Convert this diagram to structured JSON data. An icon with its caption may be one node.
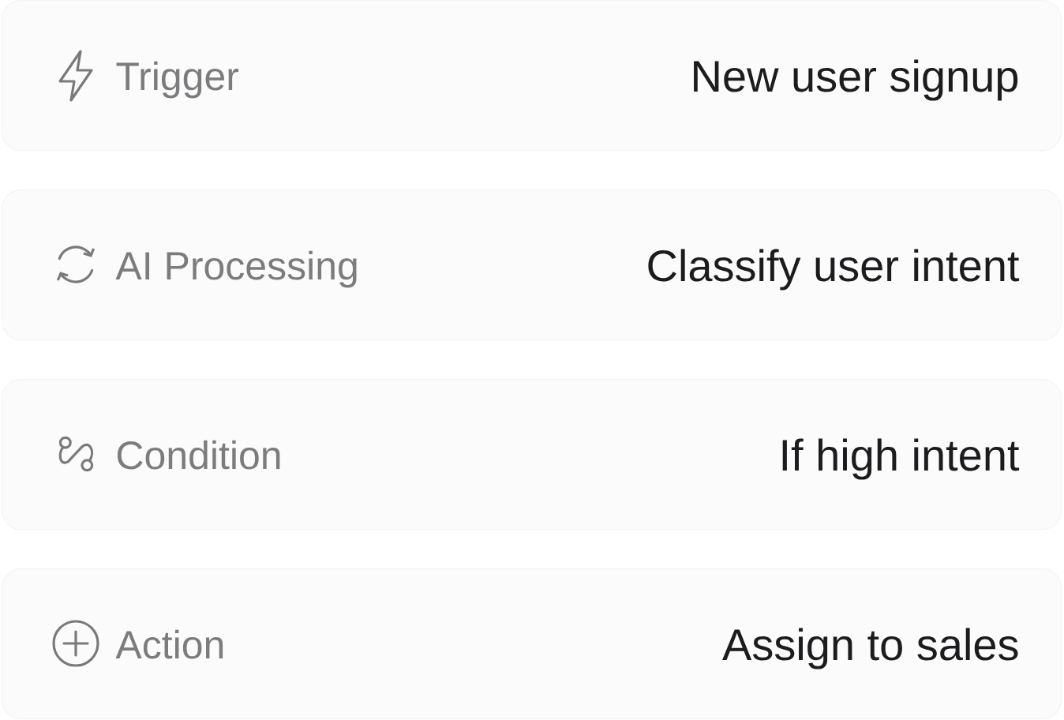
{
  "diagram": {
    "nodes": [
      {
        "text": [
          "Trigger",
          "New user signup"
        ]
      },
      {
        "text": [
          "AI Processing",
          "Classify user intent"
        ]
      },
      {
        "text": [
          "Condition",
          "If high intent"
        ]
      },
      {
        "text": [
          "Action",
          "Assign to sales"
        ]
      }
    ]
  }
}
